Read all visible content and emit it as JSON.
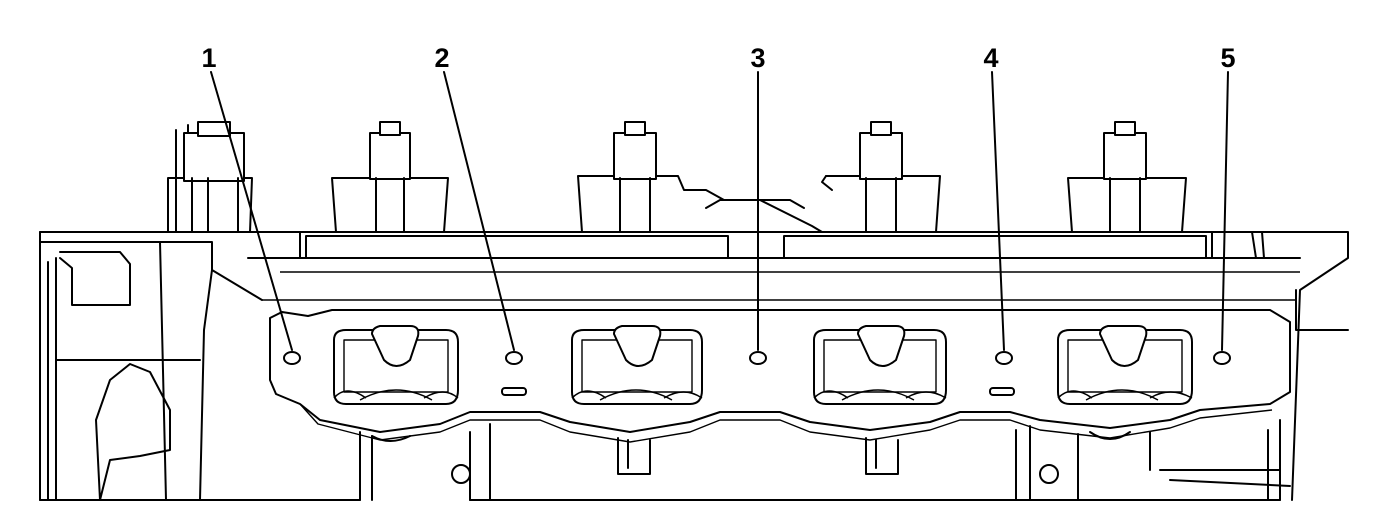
{
  "callouts": [
    {
      "id": 1,
      "label": "1"
    },
    {
      "id": 2,
      "label": "2"
    },
    {
      "id": 3,
      "label": "3"
    },
    {
      "id": 4,
      "label": "4"
    },
    {
      "id": 5,
      "label": "5"
    }
  ]
}
